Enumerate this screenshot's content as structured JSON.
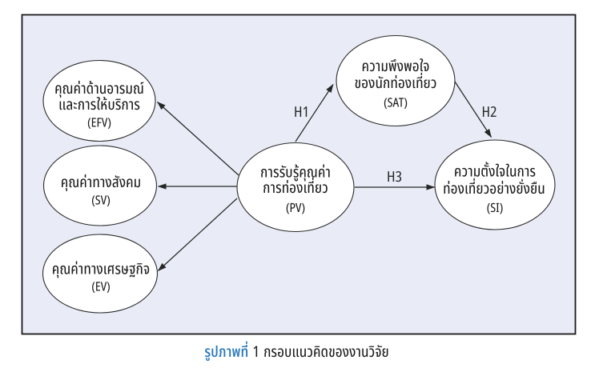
{
  "figure": {
    "caption": {
      "label": "รูปภาพที่",
      "number": "1",
      "title": "กรอบแนวคิดของงานวิจัย",
      "label_color": "#2878bb"
    },
    "colors": {
      "panel_background": "#e9ecf6",
      "panel_border": "#1a1a1a",
      "node_fill": "#ffffff",
      "node_border": "#2b2b2b",
      "arrow": "#262626",
      "text": "#1c1c1c"
    }
  },
  "diagram": {
    "nodes": [
      {
        "id": "EFV",
        "lines": [
          "คุณค่าด้านอารมณ์",
          "และการให้บริการ",
          "(EFV)"
        ]
      },
      {
        "id": "SV",
        "lines": [
          "คุณค่าทางสังคม",
          "(SV)"
        ]
      },
      {
        "id": "EV",
        "lines": [
          "คุณค่าทางเศรษฐกิจ",
          "(EV)"
        ]
      },
      {
        "id": "PV",
        "lines": [
          "การรับรู้คุณค่า",
          "การท่องเที่ยว",
          "(PV)"
        ]
      },
      {
        "id": "SAT",
        "lines": [
          "ความพึงพอใจ",
          "ของนักท่องเที่ยว",
          "(SAT)"
        ]
      },
      {
        "id": "SI",
        "lines": [
          "ความตั้งใจในการ",
          "ท่องเที่ยวอย่างยั่งยืน",
          "(SI)"
        ]
      }
    ],
    "edges": [
      {
        "from": "PV",
        "to": "EFV",
        "label": ""
      },
      {
        "from": "PV",
        "to": "SV",
        "label": ""
      },
      {
        "from": "PV",
        "to": "EV",
        "label": ""
      },
      {
        "from": "PV",
        "to": "SAT",
        "label": "H1"
      },
      {
        "from": "PV",
        "to": "SI",
        "label": "H3"
      },
      {
        "from": "SAT",
        "to": "SI",
        "label": "H2"
      }
    ]
  }
}
